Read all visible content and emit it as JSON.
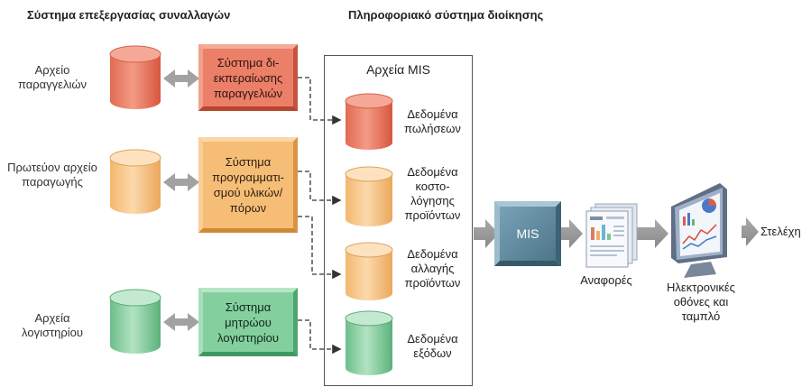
{
  "headers": {
    "tps": "Σύστημα επεξεργασίας συναλλαγών",
    "mis": "Πληροφοριακό σύστημα διοίκησης"
  },
  "sources": [
    {
      "label": "Αρχείο παραγγελιών"
    },
    {
      "label": "Πρωτεύον αρχείο παραγωγής"
    },
    {
      "label": "Αρχεία λογιστηρίου"
    }
  ],
  "systems": [
    {
      "label": "Σύστημα δι- εκπεραίωσης παραγγελιών",
      "color": "#ec7f67"
    },
    {
      "label": "Σύστημα προγραμματι- σμού υλικών/ πόρων",
      "color": "#f6bd76"
    },
    {
      "label": "Σύστημα μητρώου λογιστηρίου",
      "color": "#83cf9e"
    }
  ],
  "mis_files": {
    "title": "Αρχεία MIS",
    "items": [
      {
        "label": "Δεδομένα πωλήσεων",
        "color": "#ec7f67"
      },
      {
        "label": "Δεδομένα κοστο- λόγησης προϊόντων",
        "color": "#f6bd76"
      },
      {
        "label": "Δεδομένα αλλαγής προϊόντων",
        "color": "#f6bd76"
      },
      {
        "label": "Δεδομένα εξόδων",
        "color": "#83cf9e"
      }
    ]
  },
  "mis_box": {
    "label": "MIS"
  },
  "reports": {
    "label": "Αναφορές"
  },
  "screens": {
    "label": "Ηλεκτρονικές οθόνες και ταμπλό"
  },
  "managers": {
    "label": "Στελέχη"
  }
}
